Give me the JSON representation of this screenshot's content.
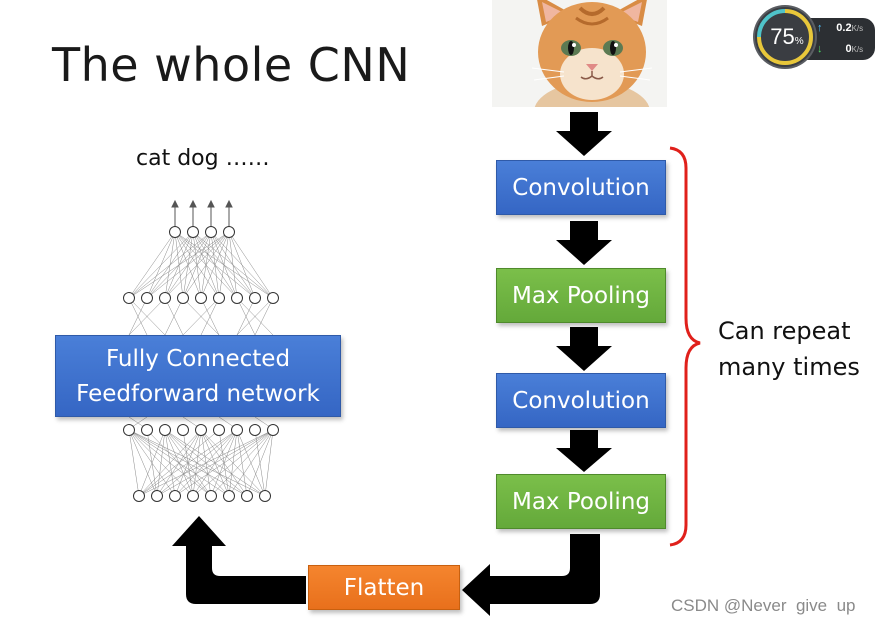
{
  "slide": {
    "title": "The whole CNN",
    "outputs_label": "cat dog ……"
  },
  "pipeline": {
    "steps": [
      {
        "label": "Convolution",
        "color": "#3f73cf"
      },
      {
        "label": "Max Pooling",
        "color": "#70b542"
      },
      {
        "label": "Convolution",
        "color": "#3f73cf"
      },
      {
        "label": "Max Pooling",
        "color": "#70b542"
      }
    ],
    "flatten_label": "Flatten",
    "flatten_color": "#ee7a24",
    "fc_label_line1": "Fully Connected",
    "fc_label_line2": "Feedforward network",
    "repeat_note_line1": "Can repeat",
    "repeat_note_line2": "many times",
    "bracket_color": "#e0201b"
  },
  "network_speed": {
    "percent": "75",
    "percent_unit": "%",
    "upload": "0.2",
    "download": "0",
    "unit": "K/s"
  },
  "watermark": "CSDN @Never  give  up"
}
